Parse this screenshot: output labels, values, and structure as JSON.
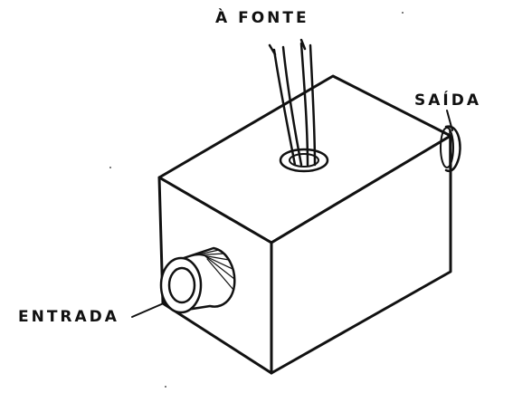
{
  "labels": {
    "power": "À FONTE",
    "output": "SAÍDA",
    "input": "ENTRADA"
  },
  "colors": {
    "ink": "#111111",
    "paper": "#ffffff"
  }
}
